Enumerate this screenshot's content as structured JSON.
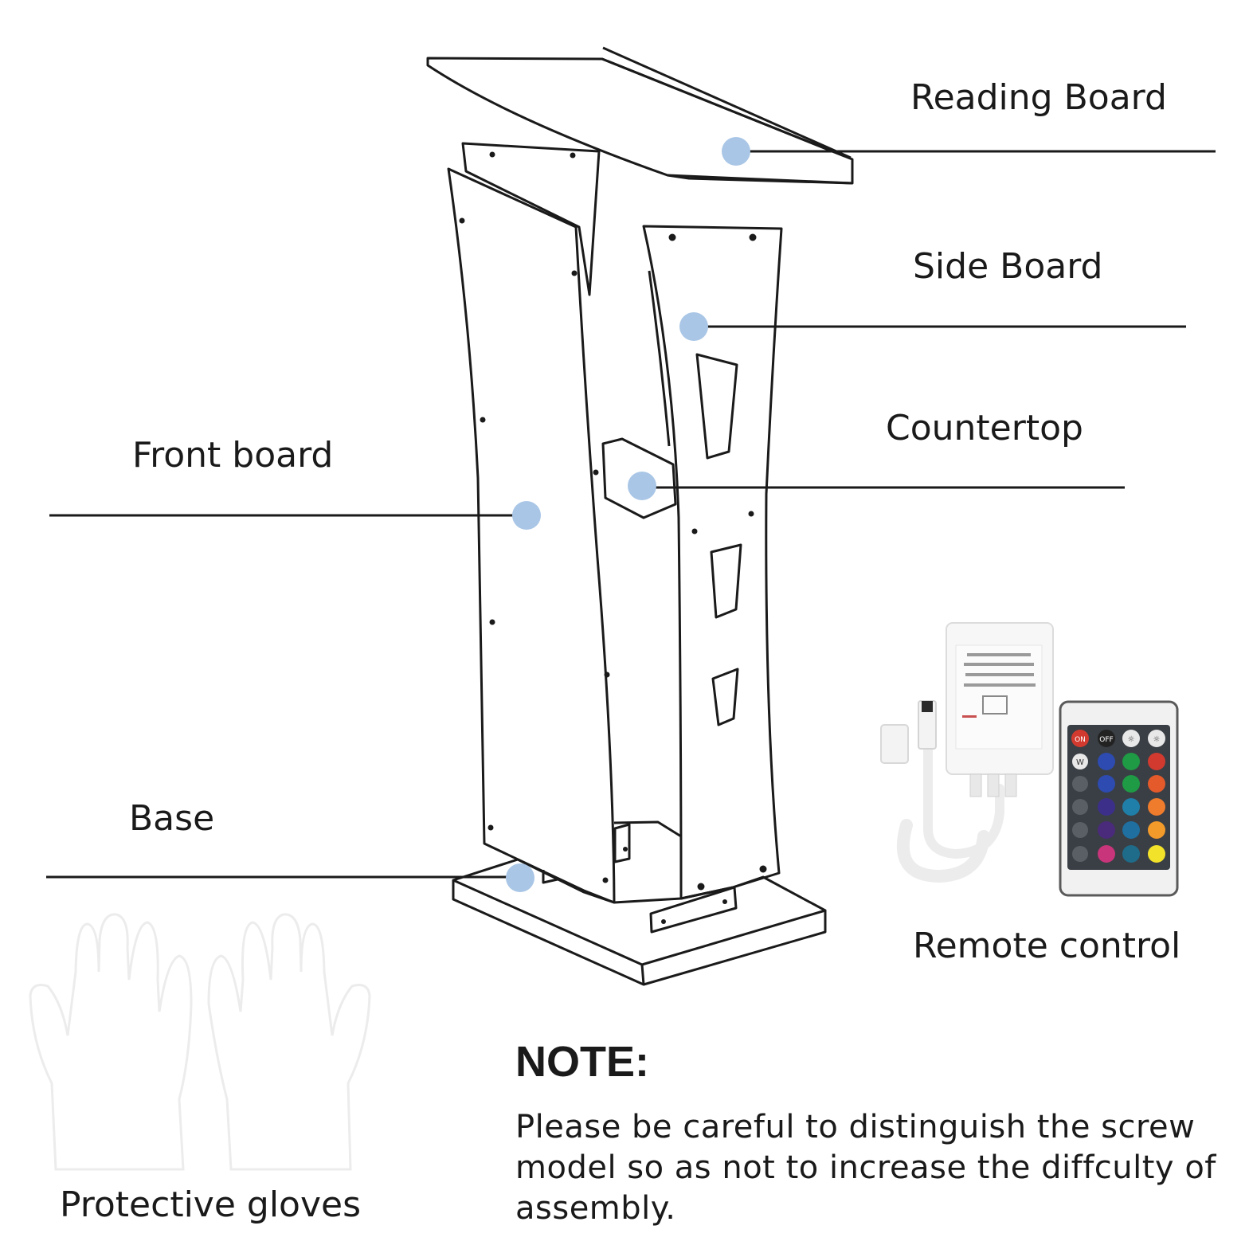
{
  "labels": {
    "reading_board": "Reading Board",
    "side_board": "Side Board",
    "countertop": "Countertop",
    "front_board": "Front board",
    "base": "Base",
    "remote_control": "Remote control",
    "protective_gloves": "Protective gloves"
  },
  "note": {
    "title": "NOTE:",
    "text": "Please be careful to distinguish the screw model so as not to increase the diffculty of assembly."
  },
  "remote_buttons": {
    "top_row": [
      "ON",
      "OFF",
      "☼",
      "☼"
    ],
    "w_label": "W"
  },
  "colors": {
    "line": "#1a1a1a",
    "marker": "#a9c6e6",
    "remote_body": "#f1f1f1",
    "remote_pad": "#3a3f45",
    "button_red": "#d23a2f",
    "button_green": "#1f9a45",
    "button_blue": "#2d4bb0",
    "button_yellow": "#f3e22a"
  }
}
